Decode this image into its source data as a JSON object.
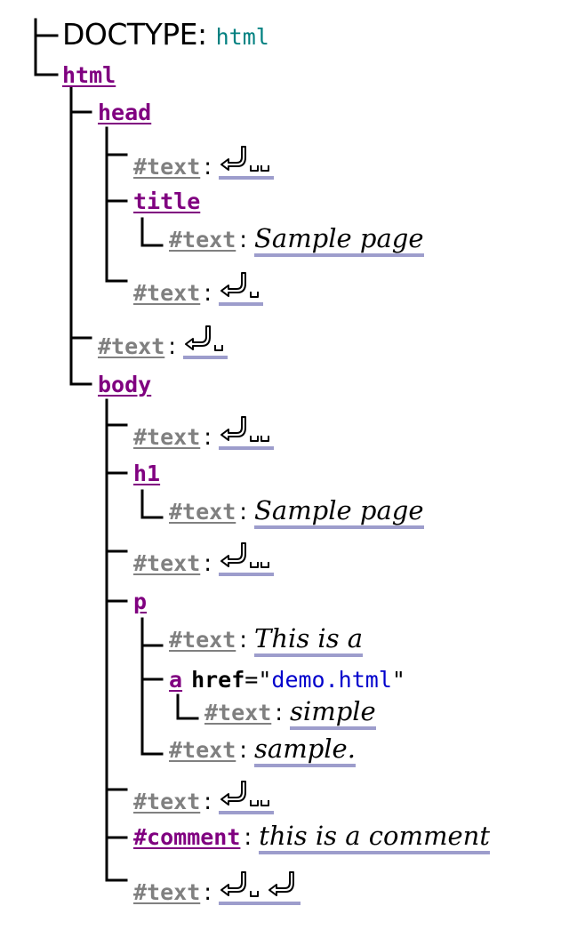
{
  "tree": {
    "doctype": {
      "label": "DOCTYPE:",
      "value": "html"
    },
    "html_tag": "html",
    "head_tag": "head",
    "head_text_1": {
      "name": "#text",
      "colon": ":"
    },
    "title_tag": "title",
    "title_text": {
      "name": "#text",
      "colon": ":",
      "value": "Sample page"
    },
    "head_text_2": {
      "name": "#text",
      "colon": ":"
    },
    "html_text": {
      "name": "#text",
      "colon": ":"
    },
    "body_tag": "body",
    "body_text_1": {
      "name": "#text",
      "colon": ":"
    },
    "h1_tag": "h1",
    "h1_text": {
      "name": "#text",
      "colon": ":",
      "value": "Sample page"
    },
    "body_text_2": {
      "name": "#text",
      "colon": ":"
    },
    "p_tag": "p",
    "p_text_1": {
      "name": "#text",
      "colon": ":",
      "value": "This is a"
    },
    "a_tag": "a",
    "a_attr": {
      "name": "href",
      "eq": "=",
      "quote": "\"",
      "value": "demo.html"
    },
    "a_text": {
      "name": "#text",
      "colon": ":",
      "value": "simple"
    },
    "p_text_2": {
      "name": "#text",
      "colon": ":",
      "value": "sample."
    },
    "body_text_3": {
      "name": "#text",
      "colon": ":"
    },
    "comment": {
      "name": "#comment",
      "colon": ":",
      "value": "this is a comment"
    },
    "body_text_4": {
      "name": "#text",
      "colon": ":"
    }
  }
}
